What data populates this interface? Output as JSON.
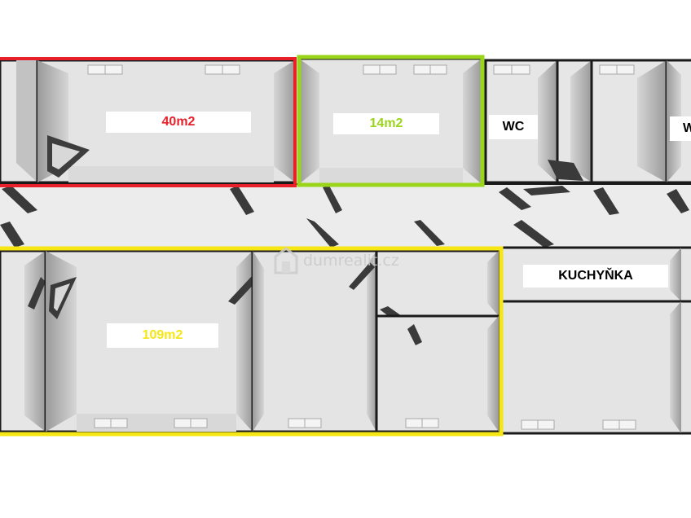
{
  "rooms": {
    "red_area": {
      "label": "40m2",
      "color": "#e8202a"
    },
    "green_area": {
      "label": "14m2",
      "color": "#9ad51c"
    },
    "yellow_area": {
      "label": "109m2",
      "color": "#f5e614"
    },
    "wc": {
      "label": "WC"
    },
    "wc_cut": {
      "label": "W"
    },
    "kitchen": {
      "label": "KUCHYŇKA"
    }
  },
  "watermark": {
    "text": "dumrealit.cz",
    "icon": "house-icon"
  },
  "colors": {
    "wall": "#1a1a1a",
    "floor": "#e6e6e6",
    "shade": "#b4b4b4",
    "door": "#3a3a3a"
  }
}
